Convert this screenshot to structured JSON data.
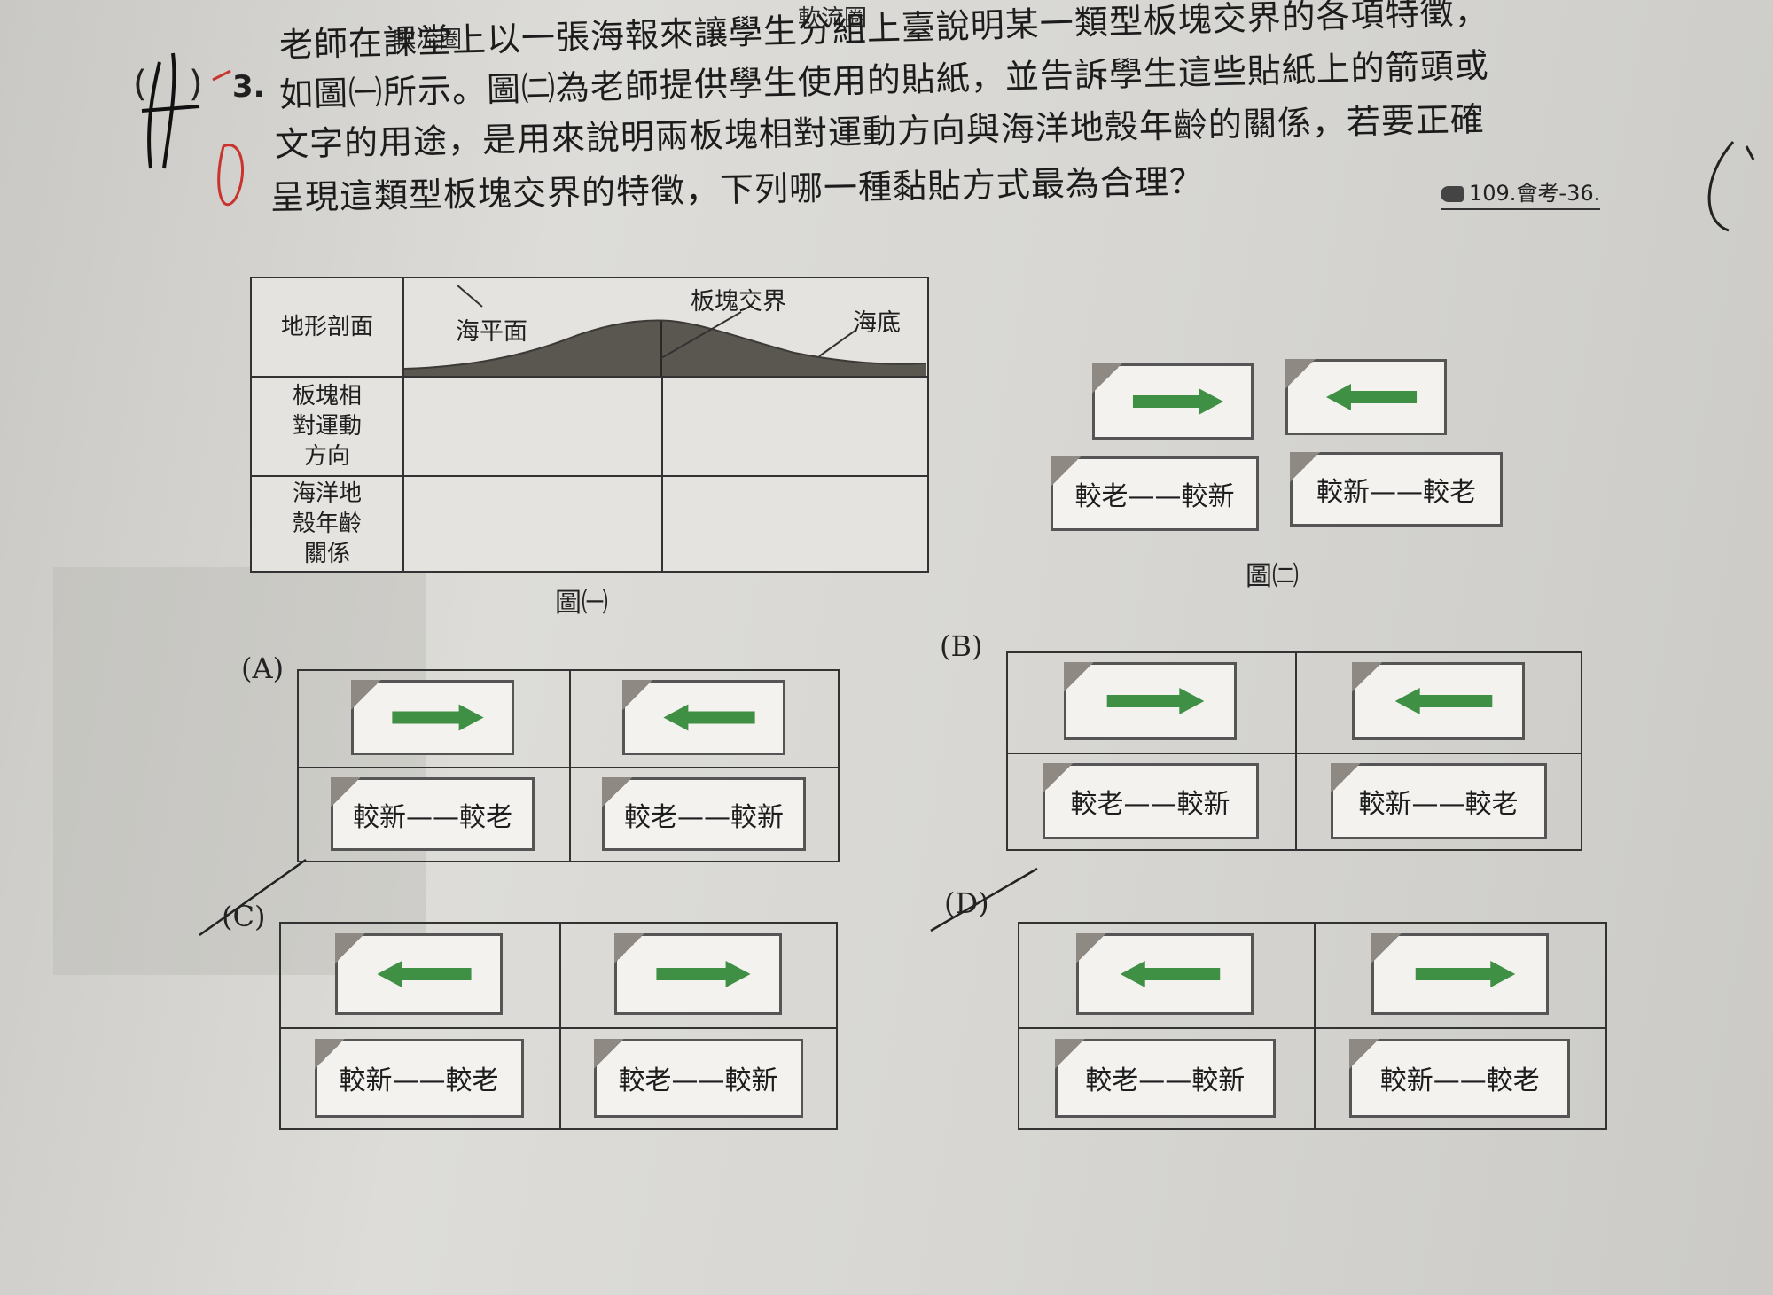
{
  "top_labels": [
    "軟流圈",
    "軟流圈"
  ],
  "question": {
    "paren_open": "(",
    "paren_close": ")",
    "number": "3.",
    "lines": [
      "老師在課堂上以一張海報來讓學生分組上臺說明某一類型板塊交界的各項特徵，",
      "如圖㈠所示。圖㈡為老師提供學生使用的貼紙，並告訴學生這些貼紙上的箭頭或",
      "文字的用途，是用來說明兩板塊相對運動方向與海洋地殼年齡的關係，若要正確",
      "呈現這類型板塊交界的特徵，下列哪一種黏貼方式最為合理？"
    ],
    "source": "109.會考-36."
  },
  "figure1": {
    "caption": "圖㈠",
    "row_labels": [
      "地形剖面",
      "板塊相對運動方向",
      "海洋地殼年齡關係"
    ],
    "annotations": {
      "sea_level": "海平面",
      "boundary": "板塊交界",
      "seafloor": "海底"
    }
  },
  "figure2": {
    "caption": "圖㈡",
    "stickers": [
      "→",
      "←",
      "較老——較新",
      "較新——較老"
    ]
  },
  "options": [
    {
      "label": "(A)",
      "arrows": [
        "right",
        "left"
      ],
      "texts": [
        "較新——較老",
        "較老——較新"
      ]
    },
    {
      "label": "(B)",
      "arrows": [
        "right",
        "left"
      ],
      "texts": [
        "較老——較新",
        "較新——較老"
      ]
    },
    {
      "label": "(C)",
      "arrows": [
        "left",
        "right"
      ],
      "texts": [
        "較新——較老",
        "較老——較新"
      ]
    },
    {
      "label": "(D)",
      "arrows": [
        "left",
        "right"
      ],
      "texts": [
        "較老——較新",
        "較新——較老"
      ]
    }
  ],
  "colors": {
    "arrow_green": "#3f8f45",
    "terrain": "#5a5650",
    "handwriting_red": "#c9332e"
  }
}
